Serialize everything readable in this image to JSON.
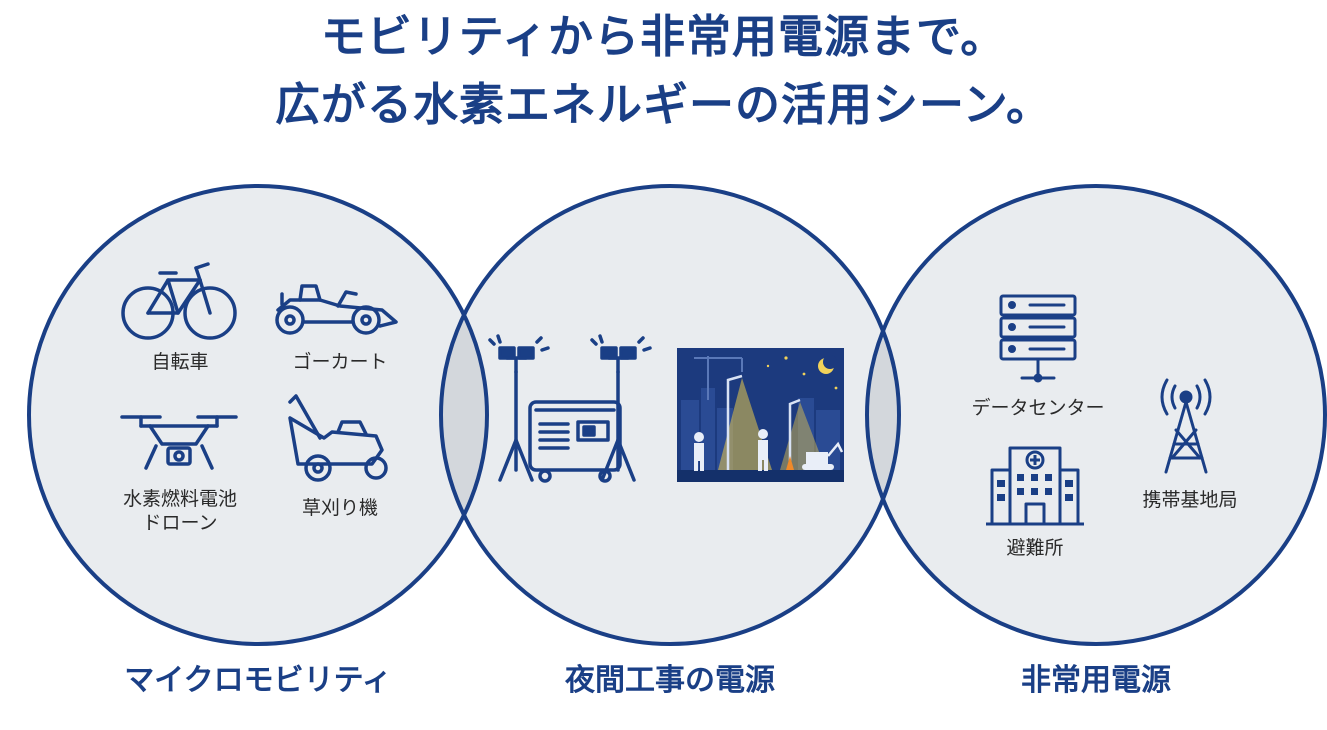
{
  "title": {
    "line1": "モビリティから非常用電源まで。",
    "line2": "広がる水素エネルギーの活用シーン。"
  },
  "colors": {
    "primary": "#1a3f86",
    "circle_fill": "#e9ecef",
    "overlap_fill": "#d3d7dc"
  },
  "circles": [
    {
      "caption": "マイクロモビリティ",
      "items": [
        {
          "label": "自転車",
          "icon": "bicycle-icon"
        },
        {
          "label": "ゴーカート",
          "icon": "go-kart-icon"
        },
        {
          "label": "水素燃料電池\nドローン",
          "icon": "drone-icon"
        },
        {
          "label": "草刈り機",
          "icon": "lawn-mower-icon"
        }
      ]
    },
    {
      "caption": "夜間工事の電源",
      "items": [
        {
          "label": "",
          "icon": "generator-with-floodlights-icon"
        },
        {
          "label": "",
          "icon": "night-construction-scene-icon"
        }
      ]
    },
    {
      "caption": "非常用電源",
      "items": [
        {
          "label": "データセンター",
          "icon": "server-rack-icon"
        },
        {
          "label": "携帯基地局",
          "icon": "cell-tower-icon"
        },
        {
          "label": "避難所",
          "icon": "hospital-building-icon"
        }
      ]
    }
  ]
}
